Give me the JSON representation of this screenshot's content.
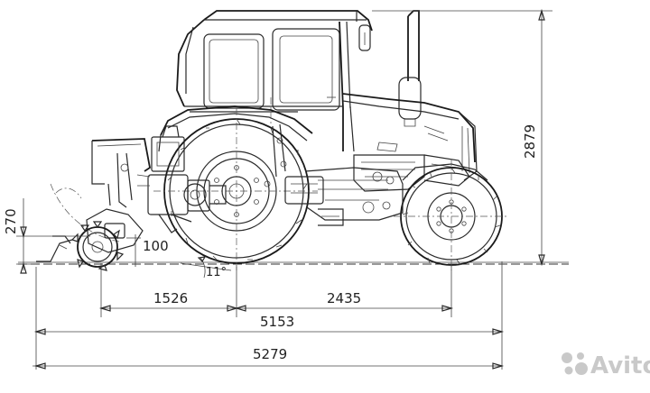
{
  "dimensions": {
    "d2879": "2879",
    "d270": "270",
    "d100": "100",
    "d11": "11°",
    "d1526": "1526",
    "d2435": "2435",
    "d5153": "5153",
    "d5279": "5279"
  },
  "watermark": {
    "text": "Avito",
    "icon": "avito-logo-icon",
    "color": "#c9c9c9"
  }
}
